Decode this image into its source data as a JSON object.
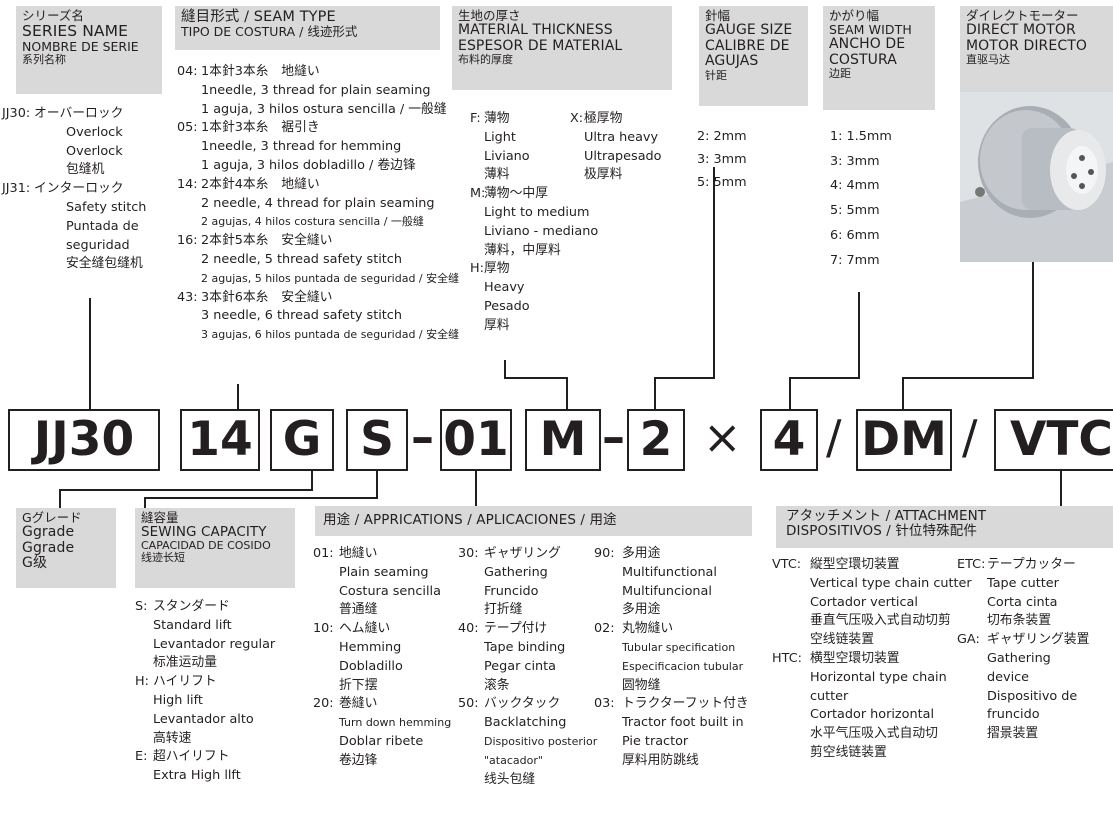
{
  "headers": {
    "series": {
      "jp": "シリーズ名",
      "en": "SERIES NAME",
      "es": "NOMBRE DE SERIE",
      "cn": "系列名称"
    },
    "seam": {
      "jp": "縫目形式 / SEAM TYPE",
      "es": "TIPO DE COSTURA / 线迹形式"
    },
    "material": {
      "jp": "生地の厚さ",
      "en": "MATERIAL THICKNESS",
      "es": "ESPESOR DE MATERIAL",
      "cn": "布料的厚度"
    },
    "gauge": {
      "jp": "針幅",
      "en": "GAUGE SIZE",
      "es1": "CALIBRE DE",
      "es2": "AGUJAS",
      "cn": "针距"
    },
    "width": {
      "jp": "かがり幅",
      "en": "SEAM WIDTH",
      "es1": "ANCHO DE",
      "es2": "COSTURA",
      "cn": "边距"
    },
    "motor": {
      "jp": "ダイレクトモーター",
      "en": "DIRECT MOTOR",
      "es": "MOTOR DIRECTO",
      "cn": "直驱马达"
    },
    "grade": {
      "jp": "Gグレード",
      "en": "Ggrade",
      "es": "Ggrade",
      "cn": "G级"
    },
    "capacity": {
      "jp": "縫容量",
      "en": "SEWING CAPACITY",
      "es": "CAPACIDAD DE COSIDO",
      "cn": "线迹长短"
    },
    "applications": {
      "text": "用途 / APPRICATIONS / APLICACIONES / 用途"
    },
    "attachment": {
      "l1": "アタッチメント / ATTACHMENT",
      "l2": "DISPOSITIVOS / 针位特殊配件"
    }
  },
  "series": [
    {
      "code": "JJ30:",
      "lines": [
        "オーバーロック",
        "Overlock",
        "Overlock",
        "包缝机"
      ]
    },
    {
      "code": "JJ31:",
      "lines": [
        "インターロック",
        "Safety stitch",
        "Puntada de",
        "seguridad",
        "安全缝包缝机"
      ]
    }
  ],
  "seam": [
    {
      "code": "04:",
      "lines": [
        "1本針3本糸　地縫い",
        "1needle, 3 thread for plain seaming",
        "1 aguja, 3 hilos ostura sencilla / 一般缝"
      ]
    },
    {
      "code": "05:",
      "lines": [
        "1本針3本糸　裾引き",
        "1needle, 3 thread for hemming",
        "1 aguja, 3 hilos dobladillo / 卷边锋"
      ]
    },
    {
      "code": "14:",
      "lines": [
        "2本針4本糸　地縫い",
        "2 needle, 4 thread for plain seaming",
        "2 agujas, 4 hilos costura sencilla / 一般缝"
      ]
    },
    {
      "code": "16:",
      "lines": [
        "2本針5本糸　安全縫い",
        "2 needle, 5 thread safety stitch",
        "2 agujas, 5 hilos puntada de seguridad / 安全缝"
      ]
    },
    {
      "code": "43:",
      "lines": [
        "3本針6本糸　安全縫い",
        "3 needle, 6 thread safety stitch",
        "3 agujas, 6 hilos puntada de seguridad / 安全缝"
      ]
    }
  ],
  "material_left": [
    {
      "code": "F:",
      "lines": [
        "薄物",
        "Light",
        "Liviano",
        "薄料"
      ]
    },
    {
      "code": "M:",
      "lines": [
        "薄物～中厚",
        "Light to medium",
        "Liviano - mediano",
        "薄料，中厚料"
      ]
    },
    {
      "code": "H:",
      "lines": [
        "厚物",
        "Heavy",
        "Pesado",
        "厚料"
      ]
    }
  ],
  "material_right": {
    "code": "X:",
    "lines": [
      "極厚物",
      "Ultra heavy",
      "Ultrapesado",
      "极厚料"
    ]
  },
  "gauge": [
    "2: 2mm",
    "3: 3mm",
    "5: 5mm"
  ],
  "width": [
    "1: 1.5mm",
    "3: 3mm",
    "4: 4mm",
    "5: 5mm",
    "6: 6mm",
    "7: 7mm"
  ],
  "model": {
    "series": "JJ30",
    "seam": "14",
    "grade": "G",
    "capacity": "S",
    "dash1": "–",
    "application": "01",
    "material": "M",
    "dash2": "–",
    "gauge": "2",
    "times": "×",
    "width": "4",
    "slash1": "/",
    "motor": "DM",
    "slash2": "/",
    "attachment": "VTC"
  },
  "capacity": [
    {
      "code": "S:",
      "lines": [
        "スタンダード",
        "Standard lift",
        "Levantador regular",
        "标准运动量"
      ]
    },
    {
      "code": "H:",
      "lines": [
        "ハイリフト",
        "High lift",
        "Levantador alto",
        "高转速"
      ]
    },
    {
      "code": "E:",
      "lines": [
        "超ハイリフト",
        "Extra High llft"
      ]
    }
  ],
  "apps_col1": [
    {
      "code": "01:",
      "lines": [
        "地縫い",
        "Plain seaming",
        "Costura sencilla",
        "普通缝"
      ]
    },
    {
      "code": "10:",
      "lines": [
        "ヘム縫い",
        "Hemming",
        "Dobladillo",
        "折下摆"
      ]
    },
    {
      "code": "20:",
      "lines": [
        "巻縫い",
        "Turn down hemming",
        "Doblar ribete",
        "卷边锋"
      ]
    }
  ],
  "apps_col2": [
    {
      "code": "30:",
      "lines": [
        "ギャザリング",
        "Gathering",
        "Fruncido",
        "打折缝"
      ]
    },
    {
      "code": "40:",
      "lines": [
        "テープ付け",
        "Tape binding",
        "Pegar cinta",
        "滚条"
      ]
    },
    {
      "code": "50:",
      "lines": [
        "バックタック",
        "Backlatching",
        "Dispositivo posterior",
        "\"atacador\"",
        "线头包缝"
      ]
    }
  ],
  "apps_col3": [
    {
      "code": "90:",
      "lines": [
        "多用途",
        "Multifunctional",
        "Multifuncional",
        "多用途"
      ]
    },
    {
      "code": "02:",
      "lines": [
        "丸物縫い",
        "Tubular specification",
        "Especificacion tubular",
        "圆物缝"
      ]
    },
    {
      "code": "03:",
      "lines": [
        "トラクターフット付き",
        "Tractor foot built in",
        "Pie tractor",
        "厚料用防跳线"
      ]
    }
  ],
  "attach_left": [
    {
      "code": "VTC:",
      "lines": [
        "縦型空環切装置",
        "Vertical type chain cutter",
        "Cortador vertical",
        "垂直气压吸入式自动切剪",
        "空线链装置"
      ]
    },
    {
      "code": "HTC:",
      "lines": [
        "横型空環切装置",
        "Horizontal type chain",
        "cutter",
        "Cortador horizontal",
        "水平气压吸入式自动切",
        "剪空线链装置"
      ]
    }
  ],
  "attach_right": [
    {
      "code": "ETC:",
      "lines": [
        "テープカッター",
        "Tape cutter",
        "Corta cinta",
        "切布条装置"
      ]
    },
    {
      "code": "GA:",
      "lines": [
        "ギャザリング装置",
        "Gathering",
        "device",
        "Dispositivo de",
        "fruncido",
        "摺景装置"
      ]
    }
  ]
}
